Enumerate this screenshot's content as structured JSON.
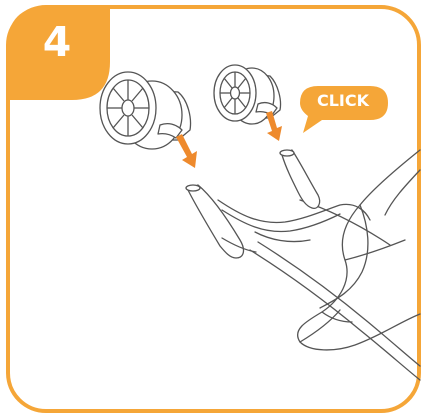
{
  "step": {
    "number": "4"
  },
  "callout": {
    "label": "CLICK"
  },
  "colors": {
    "accent": "#F5A638",
    "arrow": "#EE8A2D",
    "line": "#555555",
    "background": "#FFFFFF"
  },
  "illustration": {
    "subject": "stroller-front-wheels",
    "parts": [
      "front-wheel-left",
      "front-wheel-right",
      "front-leg-left",
      "front-leg-right",
      "stroller-frame",
      "stroller-seat"
    ]
  }
}
